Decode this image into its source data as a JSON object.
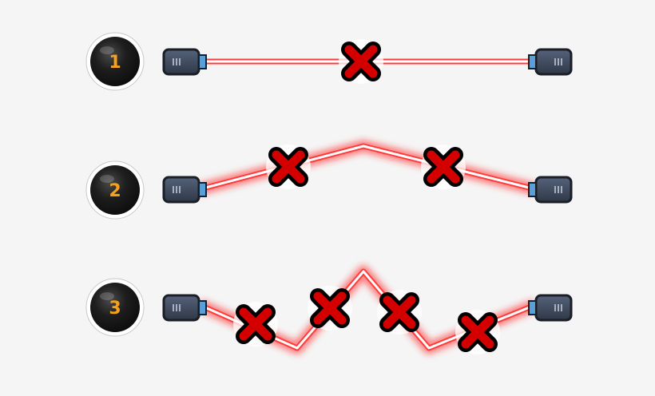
{
  "palette": {
    "background": "#f5f5f5",
    "laser_core": "#ffffff",
    "laser_glow": "#ff2a2a",
    "badge_fill": "#1b1b1b",
    "badge_ring": "#ffffff",
    "badge_number": "#f5a11c",
    "cross_fill": "#d40000",
    "cross_outline": "#000000",
    "emitter_body": "#3d4757",
    "emitter_lens": "#5aa0d8"
  },
  "levels": [
    {
      "number": "1",
      "crosses": 1,
      "emitter_icon": "laser-emitter-icon",
      "receiver_icon": "laser-receiver-icon"
    },
    {
      "number": "2",
      "crosses": 2,
      "emitter_icon": "laser-emitter-icon",
      "receiver_icon": "laser-receiver-icon"
    },
    {
      "number": "3",
      "crosses": 4,
      "emitter_icon": "laser-emitter-icon",
      "receiver_icon": "laser-receiver-icon"
    }
  ]
}
